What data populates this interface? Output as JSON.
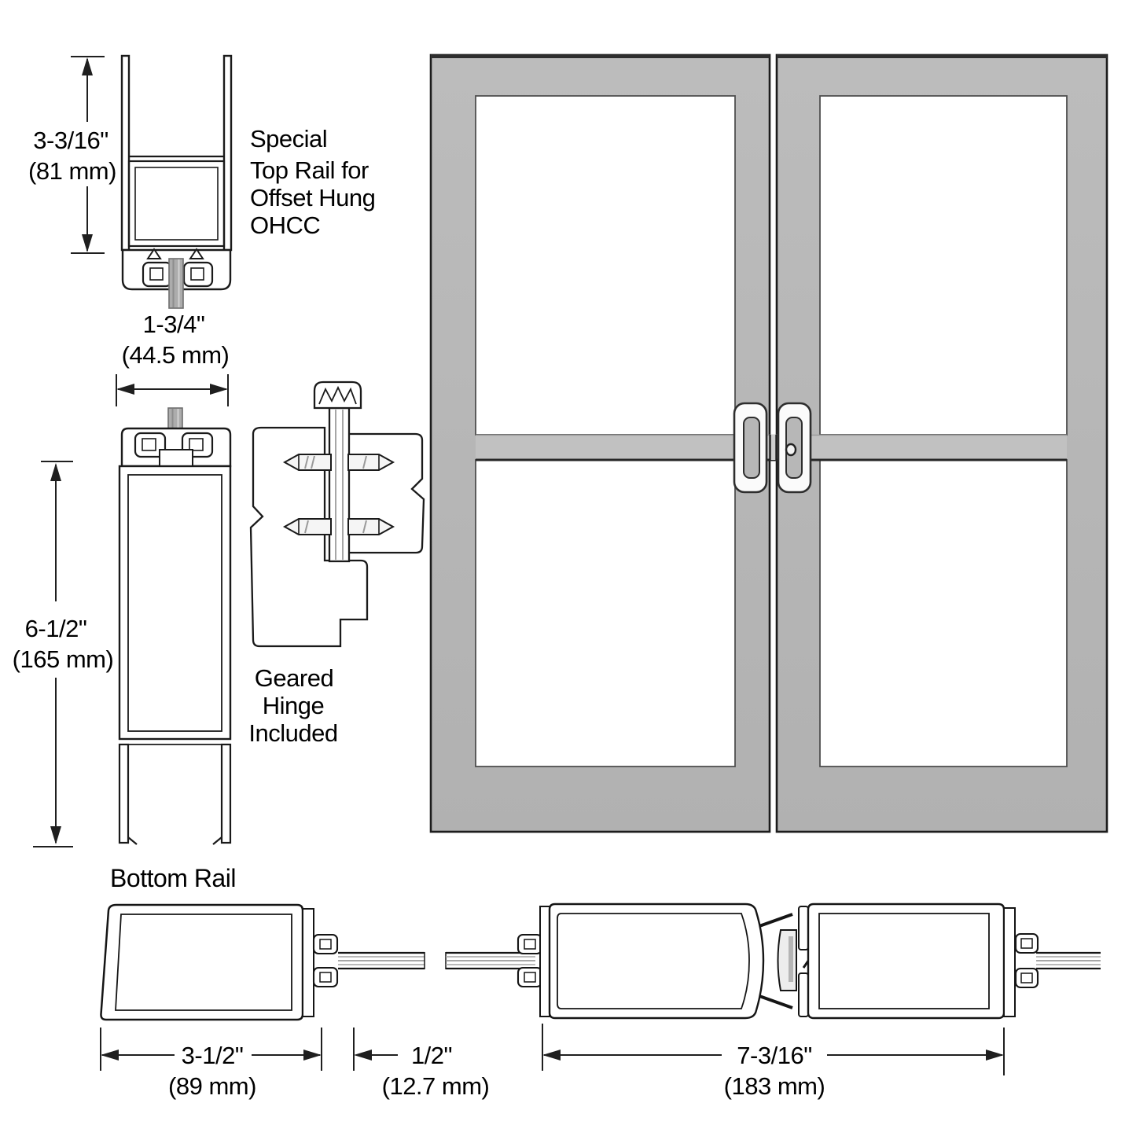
{
  "colors": {
    "door_gray": "#b7b7b7",
    "rail_band": "#c1c1c1",
    "line_dark": "#1a1a1a",
    "glass_white": "#ffffff",
    "stub_gray": "#acacac"
  },
  "top_rail_section": {
    "height_dim": "3-3/16\"",
    "height_dim_mm": "(81 mm)",
    "width_dim": "1-3/4\"",
    "width_dim_mm": "(44.5 mm)",
    "label": [
      "Special",
      "Top Rail for",
      "Offset Hung",
      "OHCC"
    ]
  },
  "stile_section": {
    "height_dim": "6-1/2\"",
    "height_dim_mm": "(165 mm)",
    "label": "Bottom Rail"
  },
  "hinge": {
    "label": [
      "Geared",
      "Hinge",
      "Included"
    ]
  },
  "bottom_sections": {
    "rail_width_dim": "3-1/2\"",
    "rail_width_dim_mm": "(89 mm)",
    "gap_dim": "1/2\"",
    "gap_dim_mm": "(12.7 mm)",
    "pair_width_dim": "7-3/16\"",
    "pair_width_dim_mm": "(183 mm)"
  }
}
